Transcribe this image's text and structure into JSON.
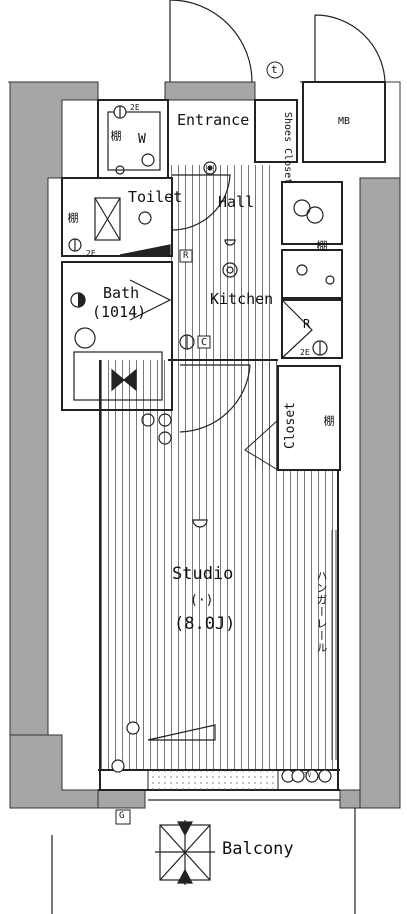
{
  "rooms": {
    "entrance": "Entrance",
    "shoes_closet": "Shoes Closet",
    "mb": "MB",
    "toilet": "Toilet",
    "hall": "Hall",
    "kitchen": "Kitchen",
    "bath": "Bath",
    "bath_size": "(1014)",
    "closet": "Closet",
    "studio": "Studio",
    "studio_symbol": "(·)",
    "studio_size": "(8.0J)",
    "balcony": "Balcony"
  },
  "fixtures": {
    "washer": "W",
    "shelf": "棚",
    "refrigerator": "R",
    "hanger_rail": "ハンガーレール",
    "c_mark": "C",
    "r_mark": "R",
    "g_mark": "G",
    "t_mark": "t",
    "tv_mark": "TV",
    "tw_mark": "2E"
  },
  "colors": {
    "wall": "#a6a6a6",
    "line": "#222222",
    "hatch": "#555555"
  }
}
